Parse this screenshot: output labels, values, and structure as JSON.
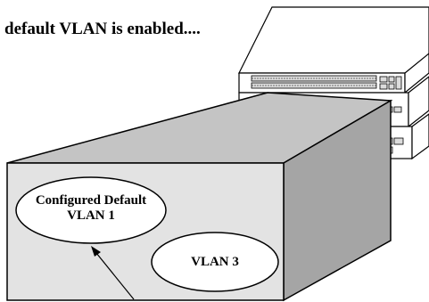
{
  "caption": "default VLAN is enabled....",
  "vlans": {
    "default_line1": "Configured Default",
    "default_line2": "VLAN 1",
    "other": "VLAN 3"
  },
  "colors": {
    "box_front": "#e3e3e3",
    "box_side": "#a5a5a5",
    "box_top": "#c4c4c4",
    "line": "#000000",
    "background": "#ffffff"
  }
}
